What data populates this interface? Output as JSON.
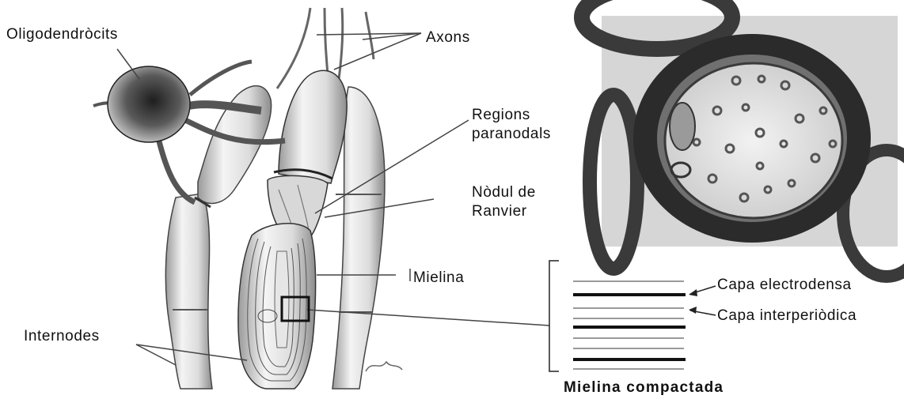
{
  "labels": {
    "oligodendrocytes": "Oligodendròcits",
    "axons": "Axons",
    "paranodal_line1": "Regions",
    "paranodal_line2": "paranodals",
    "node_line1": "Nòdul de",
    "node_line2": "Ranvier",
    "myelin": "Mielina",
    "internodes": "Internodes",
    "electron_dense_layer": "Capa electrodensa",
    "interperiod_layer": "Capa interperiòdica",
    "compact_myelin": "Mielina compactada"
  },
  "colors": {
    "ink": "#111111",
    "micrograph_dark": "#2a2a2a",
    "micrograph_mid": "#8a8a8a",
    "micrograph_light": "#e2e2e2",
    "sheath_light": "#f1f1f1",
    "sheath_shade": "#b5b5b5"
  }
}
